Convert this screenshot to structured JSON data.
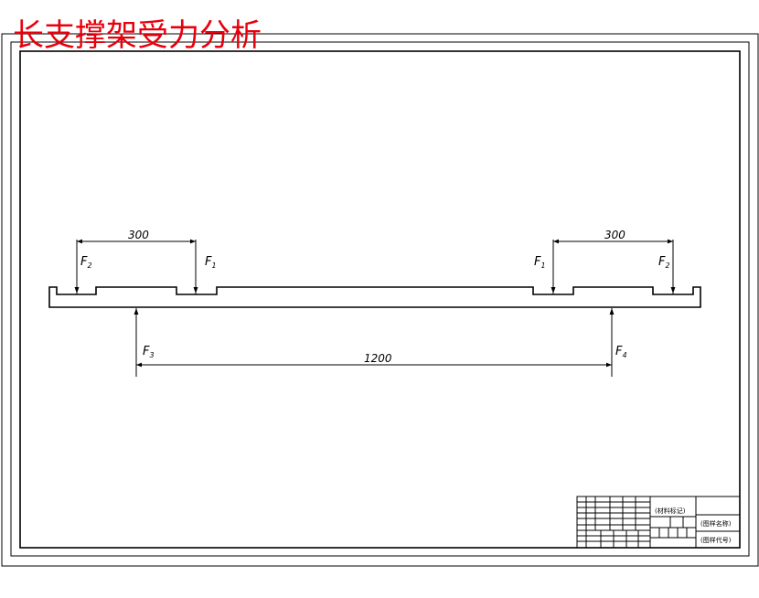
{
  "title": "长支撑架受力分析",
  "dimensions": {
    "left_spacing": "300",
    "right_spacing": "300",
    "support_span": "1200"
  },
  "forces": {
    "left_outer": {
      "letter": "F",
      "sub": "2"
    },
    "left_inner": {
      "letter": "F",
      "sub": "1"
    },
    "right_inner": {
      "letter": "F",
      "sub": "1"
    },
    "right_outer": {
      "letter": "F",
      "sub": "2"
    },
    "support_left": {
      "letter": "F",
      "sub": "3"
    },
    "support_right": {
      "letter": "F",
      "sub": "4"
    }
  },
  "title_block": {
    "material_mark": "(材料标记)",
    "drawing_name": "(图样名称)",
    "drawing_code": "(图样代号)"
  },
  "colors": {
    "title": "#e8000c",
    "lines": "#000000",
    "background": "#ffffff"
  }
}
